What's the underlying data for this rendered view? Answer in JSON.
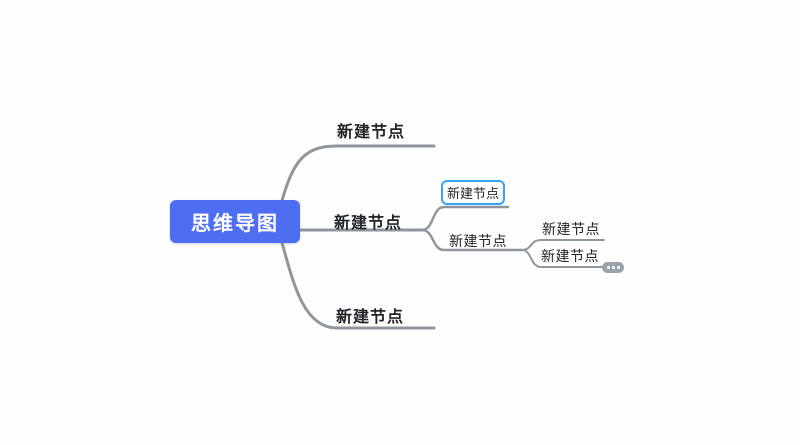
{
  "page": {
    "title": "思维导图",
    "background": "#fffdfe"
  },
  "colors": {
    "canvas-bg": "#fffdfe",
    "root-fill": "#4e6ef2",
    "root-text": "#ffffff",
    "line": "#8f969e",
    "node-text": "#212529",
    "selection": "#36a3f7",
    "badge-fill": "#9ba2a8",
    "badge-dot": "#ffffff"
  },
  "mindmap": {
    "root": {
      "label": "思维导图"
    },
    "branches": [
      {
        "label": "新建节点",
        "position": "top"
      },
      {
        "label": "新建节点",
        "position": "middle",
        "children": [
          {
            "label": "新建节点",
            "selected": true
          },
          {
            "label": "新建节点",
            "children": [
              {
                "label": "新建节点"
              },
              {
                "label": "新建节点",
                "has_hidden_children": true
              }
            ]
          }
        ]
      },
      {
        "label": "新建节点",
        "position": "bottom"
      }
    ]
  }
}
